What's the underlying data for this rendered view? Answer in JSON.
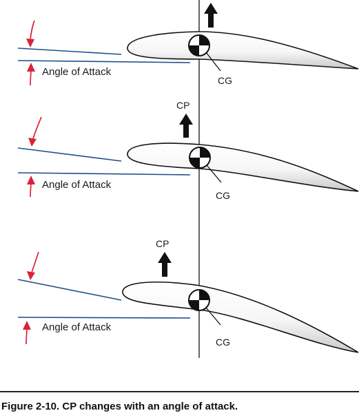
{
  "panels": [
    {
      "angle_label": "Angle of Attack",
      "cg_label": "CG",
      "cp_label": ""
    },
    {
      "angle_label": "Angle of Attack",
      "cg_label": "CG",
      "cp_label": "CP"
    },
    {
      "angle_label": "Angle of Attack",
      "cg_label": "CG",
      "cp_label": "CP"
    }
  ],
  "caption": "Figure 2-10. CP changes with an angle of attack.",
  "colors": {
    "chord_line": "#1b4f8a",
    "angle_arrow": "#d8233b",
    "outline": "#111111",
    "lift_arrow": "#111111"
  }
}
